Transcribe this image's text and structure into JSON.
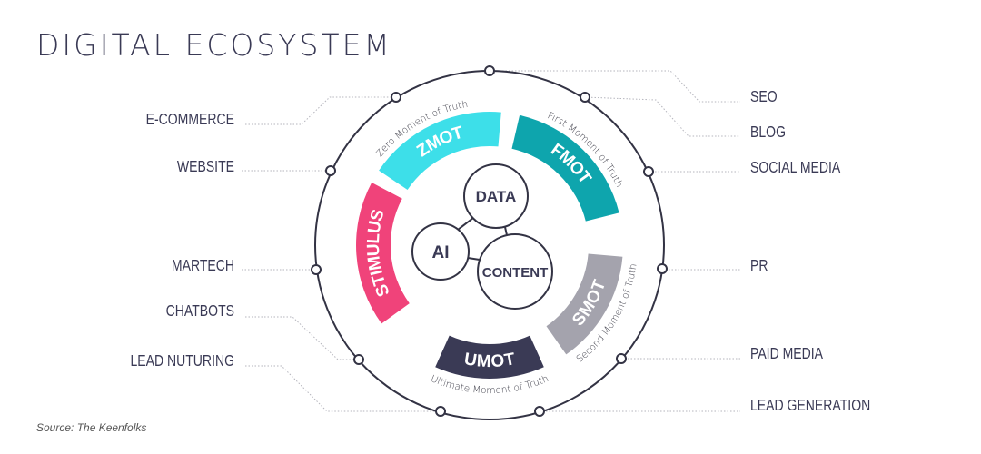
{
  "title": "DIGITAL ECOSYSTEM",
  "source": "Source: The Keenfolks",
  "left_labels": [
    "E-COMMERCE",
    "WEBSITE",
    "MARTECH",
    "CHATBOTS",
    "LEAD NUTURING"
  ],
  "right_labels": [
    "SEO",
    "BLOG",
    "SOCIAL MEDIA",
    "PR",
    "PAID MEDIA",
    "LEAD GENERATION"
  ],
  "bands": [
    {
      "label": "STIMULUS",
      "caption": "",
      "color": "#f0437a"
    },
    {
      "label": "ZMOT",
      "caption": "Zero Moment of Truth",
      "color": "#3ddfe9"
    },
    {
      "label": "FMOT",
      "caption": "First Moment of Truth",
      "color": "#0ea5ad"
    },
    {
      "label": "SMOT",
      "caption": "Second Moment of Truth",
      "color": "#a4a3ad"
    },
    {
      "label": "UMOT",
      "caption": "Ultimate Moment of Truth",
      "color": "#3a3a55"
    }
  ],
  "core": [
    "DATA",
    "AI",
    "CONTENT"
  ]
}
